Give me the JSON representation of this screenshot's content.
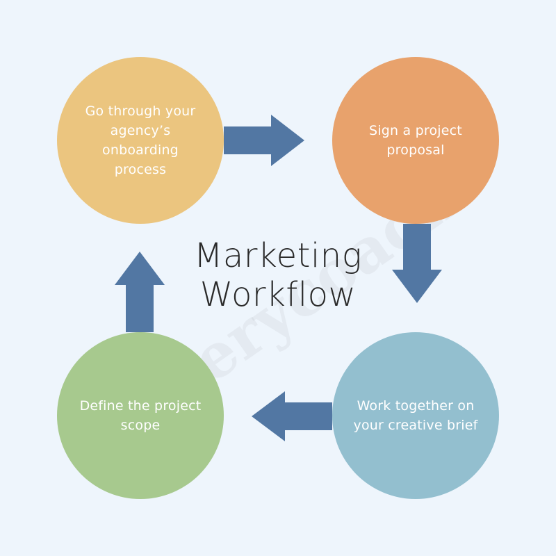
{
  "title": {
    "line1": "Marketing",
    "line2": "Workflow"
  },
  "steps": [
    {
      "label": "Go through your agency’s onboarding process",
      "color": "#ebc57f"
    },
    {
      "label": "Sign a project proposal",
      "color": "#e8a26c"
    },
    {
      "label": "Work together on your creative brief",
      "color": "#93bfcf"
    },
    {
      "label": "Define the project scope",
      "color": "#a7c98e"
    }
  ],
  "arrow_color": "#5277a3",
  "watermark": "everycoach"
}
